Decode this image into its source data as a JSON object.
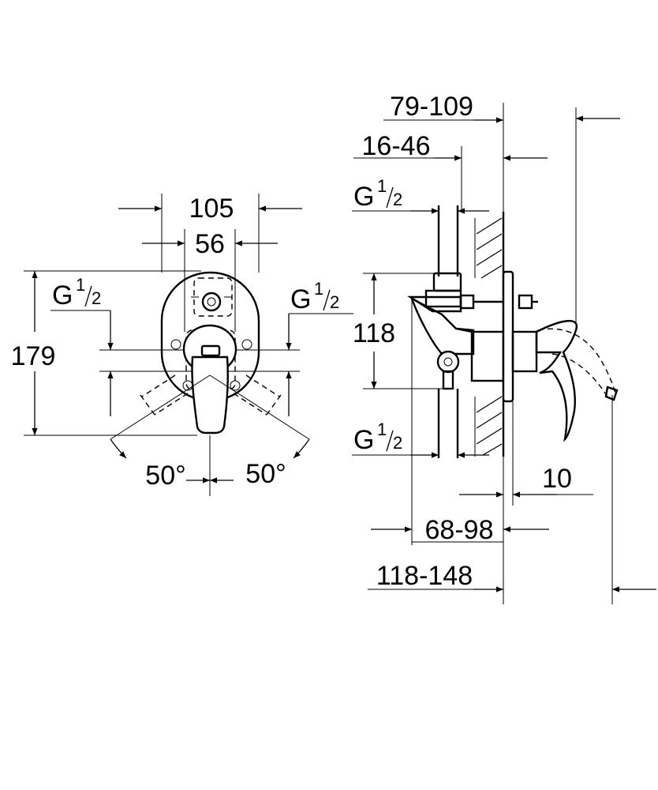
{
  "front_view": {
    "width_total": "105",
    "width_inner": "56",
    "height_total": "179",
    "thread_left": {
      "letter": "G",
      "num": "1",
      "den": "2"
    },
    "thread_right": {
      "letter": "G",
      "num": "1",
      "den": "2"
    },
    "angle_left": "50°",
    "angle_right": "50°"
  },
  "side_view": {
    "depth_outer": "79-109",
    "depth_inner": "16-46",
    "thread_top": {
      "letter": "G",
      "num": "1",
      "den": "2"
    },
    "thread_bottom": {
      "letter": "G",
      "num": "1",
      "den": "2"
    },
    "body_height": "118",
    "plate_thickness": "10",
    "body_depth": "68-98",
    "total_depth": "118-148"
  }
}
